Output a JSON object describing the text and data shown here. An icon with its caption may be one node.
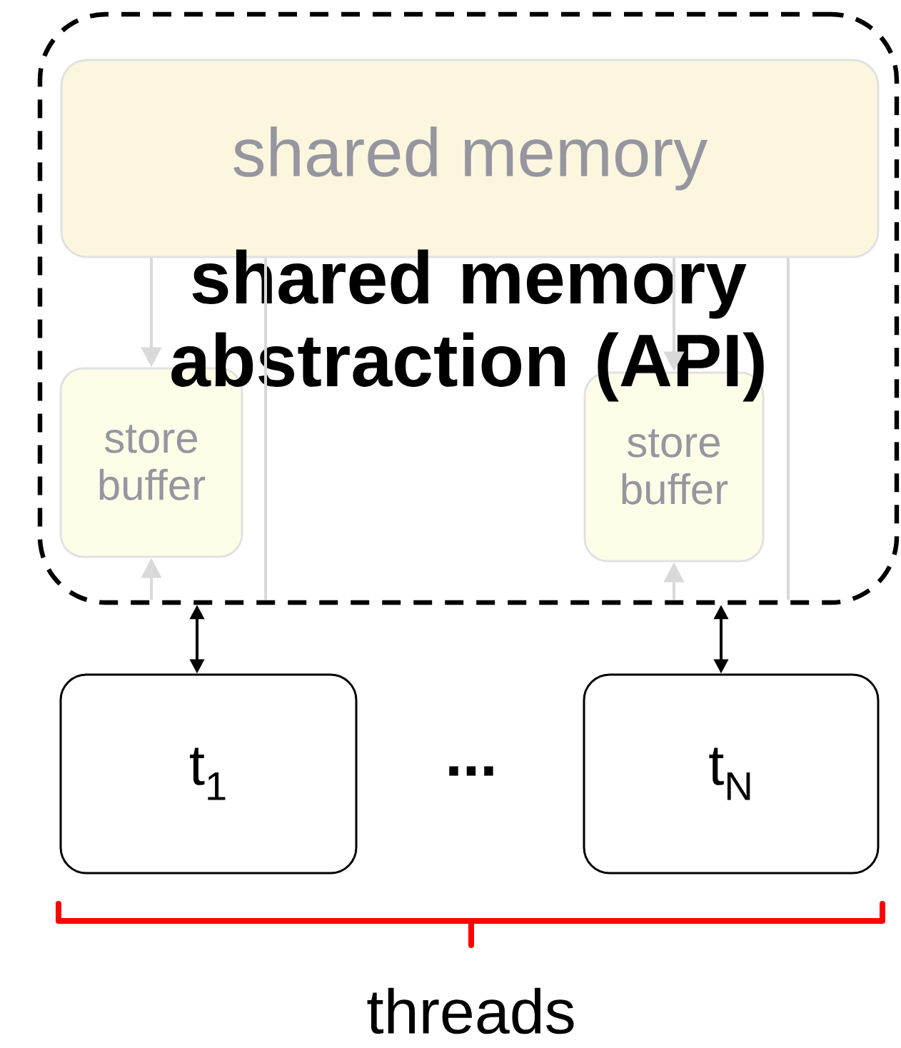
{
  "diagram": {
    "nodes": [
      {
        "text": [
          "shared memory abstraction (API)"
        ]
      },
      {
        "text": [
          "shared memory"
        ],
        "in": 0
      },
      {
        "text": [
          "store buffer"
        ],
        "in": 0
      },
      {
        "text": [
          "store buffer"
        ],
        "in": 0
      },
      {
        "text": [
          "t$_{1}$"
        ]
      },
      {
        "text": [
          "t$_{N}$"
        ]
      }
    ],
    "edges": [
      {
        "from": 1,
        "to": 2,
        "arrow": "to"
      },
      {
        "from": null,
        "to": 2,
        "arrow": "to"
      },
      {
        "from": 1,
        "to": null,
        "arrow": "none"
      },
      {
        "from": 1,
        "to": 3,
        "arrow": "to"
      },
      {
        "from": null,
        "to": 3,
        "arrow": "to"
      },
      {
        "from": 1,
        "to": null,
        "arrow": "none"
      },
      {
        "from": 4,
        "to": 0,
        "arrow": "both",
        "color": "#000000"
      },
      {
        "from": 5,
        "to": 0,
        "arrow": "both",
        "color": "#000000"
      }
    ],
    "labels": [
      "...",
      "threads"
    ]
  }
}
